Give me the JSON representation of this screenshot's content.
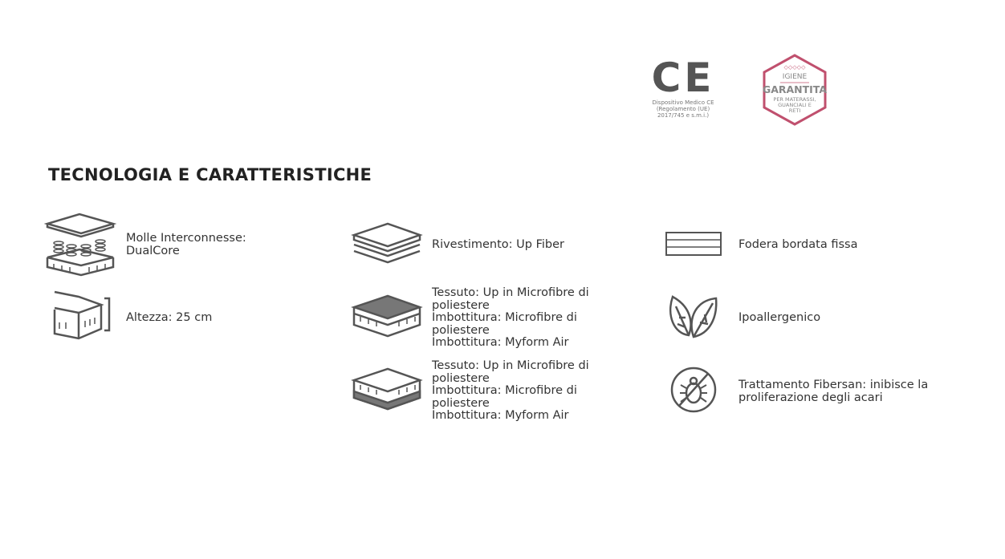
{
  "certifications": {
    "ce_mark": "CE",
    "ce_caption": [
      "Dispositivo Medico CE",
      "(Regolamento (UE)",
      "2017/745 e s.m.i.)"
    ],
    "hygiene_badge": {
      "line1": "IGIENE",
      "line2": "GARANTITA",
      "line3": [
        "PER MATERASSI,",
        "GUANCIALI E",
        "RETI"
      ],
      "color": "#c0506e"
    }
  },
  "section_title": "TECNOLOGIA E CARATTERISTICHE",
  "features": {
    "springs": {
      "icon": "spring-mattress-icon",
      "lines": [
        "Molle Interconnesse:",
        "DualCore"
      ]
    },
    "height": {
      "icon": "mattress-height-icon",
      "lines": [
        "Altezza: 25 cm"
      ]
    },
    "cover": {
      "icon": "layered-cover-icon",
      "lines": [
        "Rivestimento: Up Fiber"
      ]
    },
    "side_a": {
      "icon": "mattress-top-layer-icon",
      "lines": [
        "Tessuto: Up in Microfibre di",
        "poliestere",
        "Imbottitura: Microfibre di",
        "poliestere",
        "Imbottitura: Myform Air"
      ]
    },
    "side_b": {
      "icon": "mattress-bottom-layer-icon",
      "lines": [
        "Tessuto: Up in Microfibre di",
        "poliestere",
        "Imbottitura: Microfibre di",
        "poliestere",
        "Imbottitura: Myform Air"
      ]
    },
    "lining": {
      "icon": "fixed-border-lining-icon",
      "lines": [
        "Fodera bordata fissa"
      ]
    },
    "hypo": {
      "icon": "leaves-icon",
      "lines": [
        "Ipoallergenico"
      ]
    },
    "mites": {
      "icon": "no-mites-icon",
      "lines": [
        "Trattamento Fibersan: inibisce la",
        "proliferazione degli acari"
      ]
    }
  }
}
